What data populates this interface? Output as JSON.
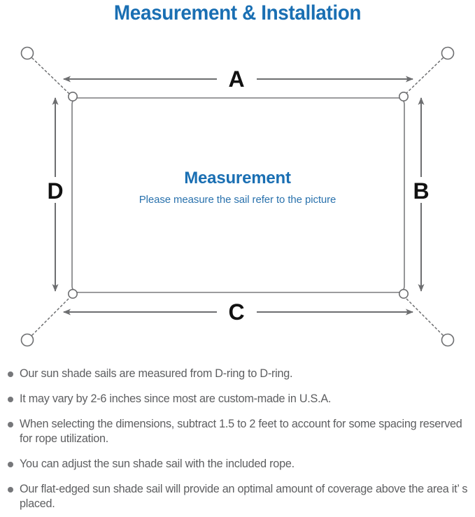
{
  "header": {
    "title": "Measurement & Installation",
    "title_color": "#1a6fb3"
  },
  "diagram": {
    "center_title": "Measurement",
    "center_subtitle": "Please measure the sail refer to the picture",
    "center_title_color": "#1a6fb3",
    "center_subtitle_color": "#2a72ad",
    "line_color": "#6d6e70",
    "sail_edge_color": "#7b7c7f",
    "anchor_color": "#6d6e70",
    "labels": {
      "top": "A",
      "right": "B",
      "bottom": "C",
      "left": "D"
    },
    "label_color": "#111111"
  },
  "notes": {
    "bullet_color": "#76777a",
    "items": [
      "Our sun shade sails are measured from D-ring to D-ring.",
      "It may vary by 2-6 inches since most are custom-made in U.S.A.",
      "When selecting the dimensions, subtract 1.5 to 2 feet to account for some spacing reserved for rope utilization.",
      "You can adjust the sun shade sail with the included rope.",
      "Our flat-edged sun shade sail will provide an optimal amount of coverage above the area it’ s placed."
    ]
  }
}
